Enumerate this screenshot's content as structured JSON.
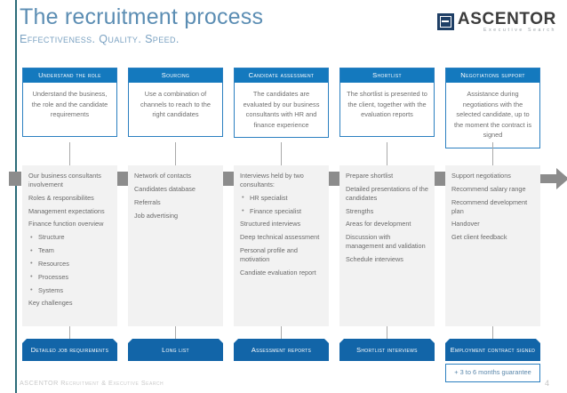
{
  "slide": {
    "title": "The recruitment process",
    "subtitle": "Effectiveness. Quality. Speed.",
    "footer": "ASCENTOR Recruitment & Executive Search",
    "page_number": "4"
  },
  "logo": {
    "name": "ASCENTOR",
    "tagline": "Executive Search",
    "mark_color": "#1f3f66"
  },
  "colors": {
    "header_blue": "#1479be",
    "outbox_blue": "#1265a8",
    "panel_gray": "#f2f2f2",
    "connector_gray": "#8c8c8c",
    "title_blue": "#5b8db3"
  },
  "flow": {
    "stages": [
      {
        "header": "Understand the role",
        "summary": "Understand the business, the role and the candidate requirements",
        "details": [
          {
            "text": "Our business consultants involvement",
            "bullet": false
          },
          {
            "text": "Roles & responsibilites",
            "bullet": false
          },
          {
            "text": "Management expectations",
            "bullet": false
          },
          {
            "text": "Finance function overview",
            "bullet": false
          },
          {
            "text": "Structure",
            "bullet": true
          },
          {
            "text": "Team",
            "bullet": true
          },
          {
            "text": "Resources",
            "bullet": true
          },
          {
            "text": "Processes",
            "bullet": true
          },
          {
            "text": "Systems",
            "bullet": true
          },
          {
            "text": "Key challenges",
            "bullet": false
          }
        ],
        "output": "Detailed job requirements",
        "extra": null
      },
      {
        "header": "Sourcing",
        "summary": "Use a combination of channels to reach to the right candidates",
        "details": [
          {
            "text": "Network of contacts",
            "bullet": false
          },
          {
            "text": "Candidates database",
            "bullet": false
          },
          {
            "text": "Referrals",
            "bullet": false
          },
          {
            "text": "Job advertising",
            "bullet": false
          }
        ],
        "output": "Long list",
        "extra": null
      },
      {
        "header": "Candidate assessment",
        "summary": "The candidates are evaluated by our business consultants with HR and finance experience",
        "details": [
          {
            "text": "Interviews held by two consultants:",
            "bullet": false
          },
          {
            "text": "HR specialist",
            "bullet": true
          },
          {
            "text": "Finance specialist",
            "bullet": true
          },
          {
            "text": "Structured interviews",
            "bullet": false
          },
          {
            "text": "Deep technical assessment",
            "bullet": false
          },
          {
            "text": "Personal profile and motivation",
            "bullet": false
          },
          {
            "text": "Candiate evaluation report",
            "bullet": false
          }
        ],
        "output": "Assessment reports",
        "extra": null
      },
      {
        "header": "Shortlist",
        "summary": "The shortlist is presented to the client, together with the evaluation reports",
        "details": [
          {
            "text": "Prepare shortlist",
            "bullet": false
          },
          {
            "text": "Detailed presentations of the candidates",
            "bullet": false
          },
          {
            "text": "Strengths",
            "bullet": false
          },
          {
            "text": "Areas for development",
            "bullet": false
          },
          {
            "text": "Discussion with management and validation",
            "bullet": false
          },
          {
            "text": "Schedule interviews",
            "bullet": false
          }
        ],
        "output": "Shortlist interviews",
        "extra": null
      },
      {
        "header": "Negotiations support",
        "summary": "Assistance during negotiations with the selected candidate, up to the moment the contract is signed",
        "details": [
          {
            "text": "Support negotiations",
            "bullet": false
          },
          {
            "text": "Recommend salary range",
            "bullet": false
          },
          {
            "text": "Recommend development plan",
            "bullet": false
          },
          {
            "text": "Handover",
            "bullet": false
          },
          {
            "text": "Get client feedback",
            "bullet": false
          }
        ],
        "output": "Employment contract signed",
        "extra": "+ 3 to 6 months guarantee"
      }
    ]
  }
}
